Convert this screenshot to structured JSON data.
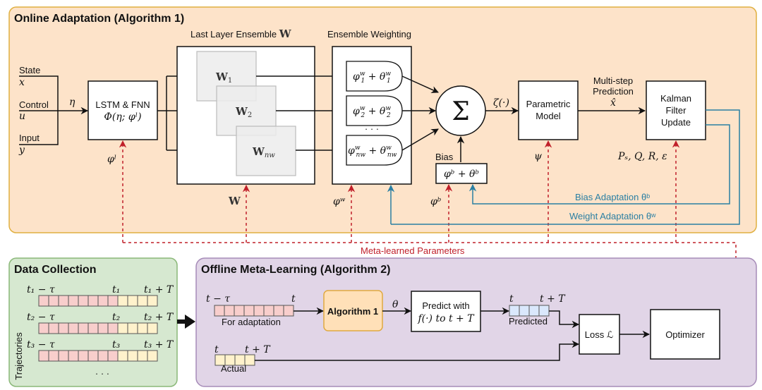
{
  "colors": {
    "online_bg": "#fde3c9",
    "online_border": "#e0b040",
    "data_bg": "#d6e8d0",
    "data_border": "#8ab878",
    "offline_bg": "#e1d5e7",
    "offline_border": "#a68bb8",
    "pink_cell": "#f8cecc",
    "yellow_cell": "#fff2cc",
    "blue_cell": "#dae8fc",
    "algo_box": "#ffe0b8",
    "algo_border": "#e0a940",
    "red_dash": "#c0202a",
    "blue_line": "#2a7fa3"
  },
  "online": {
    "title": "Online Adaptation (Algorithm 1)",
    "inputs": [
      {
        "label": "State",
        "symbol": "x"
      },
      {
        "label": "Control",
        "symbol": "u"
      },
      {
        "label": "Input",
        "symbol": "y"
      }
    ],
    "eta": "η",
    "lstm": {
      "line1": "LSTM & FNN",
      "line2": "Φ(η; φˡ)"
    },
    "phi_l": "φˡ",
    "ensemble_title": "Last Layer Ensemble",
    "ensemble_symbol": "W",
    "ensemble_items": [
      "W₁",
      "W₂",
      "W_nw"
    ],
    "ensemble_items_sub": [
      "1",
      "2",
      "nw"
    ],
    "W_param": "W",
    "weighting_title": "Ensemble Weighting",
    "weights": [
      {
        "phi": "φ",
        "sub": "1",
        "theta": "θ"
      },
      {
        "phi": "φ",
        "sub": "2",
        "theta": "θ"
      },
      {
        "phi": "φ",
        "sub": "nw",
        "theta": "θ"
      }
    ],
    "weights_sup": "w",
    "weights_ellipsis": "· · ·",
    "phi_w": "φʷ",
    "sum_symbol": "Σ",
    "bias_label": "Bias",
    "bias_box": "φᵇ + θᵇ",
    "phi_b": "φᵇ",
    "zeta": "ζ(·)",
    "parametric": {
      "line1": "Parametric",
      "line2": "Model"
    },
    "psi": "ψ",
    "multistep": {
      "line1": "Multi-step",
      "line2": "Prediction",
      "symbol": "x̂"
    },
    "kalman": {
      "line1": "Kalman",
      "line2": "Filter",
      "line3": "Update"
    },
    "kalman_params": "Pₛ, Q, R, ε",
    "bias_adaptation": "Bias Adaptation θᵇ",
    "weight_adaptation": "Weight Adaptation θʷ"
  },
  "meta_learned_label": "Meta-learned Parameters",
  "data_collection": {
    "title": "Data Collection",
    "axis_label": "Trajectories",
    "rows": [
      {
        "start": "t₁ − τ",
        "mid": "t₁",
        "end": "t₁ + T"
      },
      {
        "start": "t₂ − τ",
        "mid": "t₂",
        "end": "t₂ + T"
      },
      {
        "start": "t₃ − τ",
        "mid": "t₃",
        "end": "t₃ + T"
      }
    ],
    "pink_cells": 8,
    "yellow_cells": 4,
    "ellipsis": "· · ·"
  },
  "offline": {
    "title": "Offline Meta-Learning (Algorithm 2)",
    "adapt_start": "t − τ",
    "adapt_end": "t",
    "adapt_caption": "For adaptation",
    "adapt_cells": 8,
    "algorithm_box": "Algorithm 1",
    "theta": "θ",
    "predict": {
      "line1": "Predict with",
      "line2": "f(·) to t + T"
    },
    "pred_start": "t",
    "pred_end": "t + T",
    "pred_caption": "Predicted",
    "pred_cells": 4,
    "actual_start": "t",
    "actual_end": "t + T",
    "actual_caption": "Actual",
    "actual_cells": 4,
    "loss": "Loss ℒ",
    "optimizer": "Optimizer"
  }
}
